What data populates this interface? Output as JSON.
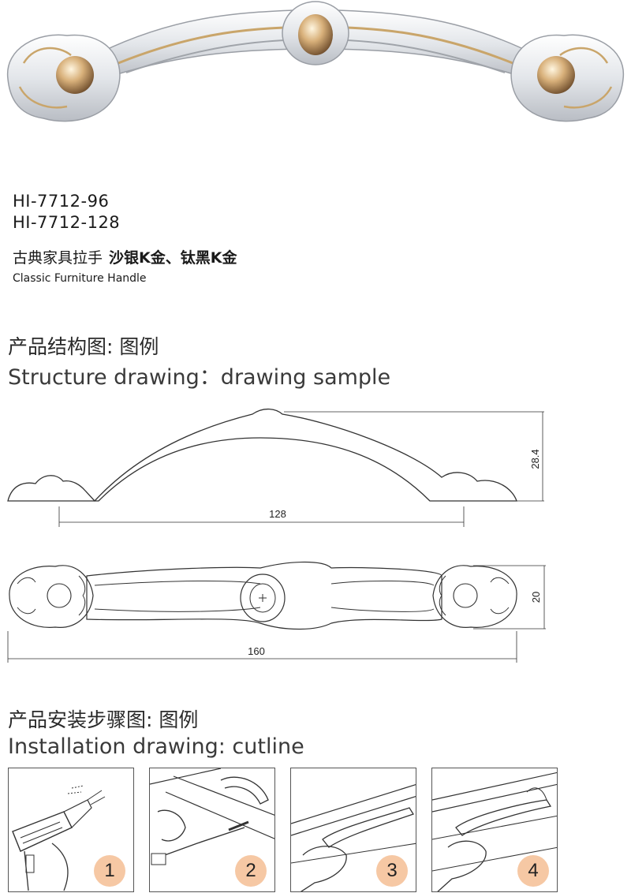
{
  "product": {
    "model_codes": [
      "HI-7712-96",
      "HI-7712-128"
    ],
    "name_cn": "古典家具拉手",
    "finish_cn": "沙银K金、钛黑K金",
    "name_en": "Classic Furniture Handle"
  },
  "structure": {
    "heading_cn": "产品结构图: 图例",
    "heading_en": "Structure drawing：drawing sample",
    "dim_height": "28.4",
    "dim_hole_spacing": "128",
    "dim_width": "20",
    "dim_length": "160"
  },
  "installation": {
    "heading_cn": "产品安装步骤图: 图例",
    "heading_en": "Installation drawing: cutline",
    "steps": [
      "1",
      "2",
      "3",
      "4"
    ]
  },
  "colors": {
    "silver": "#e9ecef",
    "gold": "#c9a56a",
    "badge": "#f6c8a4",
    "line": "#333333"
  }
}
